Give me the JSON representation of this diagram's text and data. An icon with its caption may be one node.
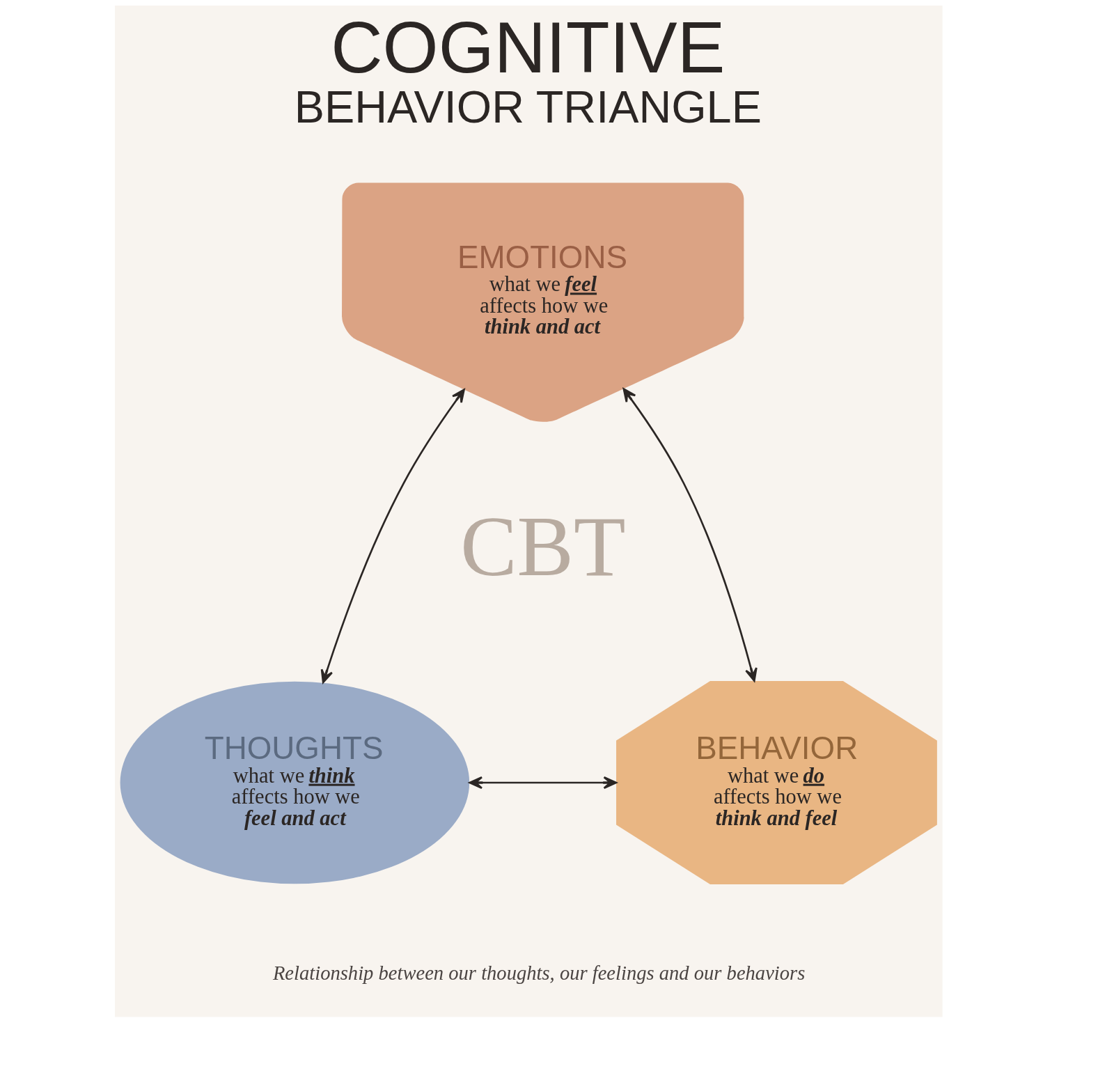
{
  "diagram": {
    "title": "COGNITIVE BEHAVIOR TRIANGLE",
    "caption": "Relationship between our thoughts, our feelings and our behaviors",
    "nodes": [
      {
        "text": [
          "EMOTIONS",
          "what we *feel* affects how we *think and act*"
        ]
      },
      {
        "text": [
          "THOUGHTS",
          "what we *think* affects how we *feel and act*"
        ]
      },
      {
        "text": [
          "BEHAVIOR",
          "what we *do* affects how we *think and feel*"
        ]
      }
    ],
    "edges": [
      {
        "from": 0,
        "to": 1,
        "arrow": "both"
      },
      {
        "from": 0,
        "to": 2,
        "arrow": "both"
      },
      {
        "from": 1,
        "to": 2,
        "arrow": "both"
      }
    ],
    "labels": [
      "CBT"
    ]
  }
}
